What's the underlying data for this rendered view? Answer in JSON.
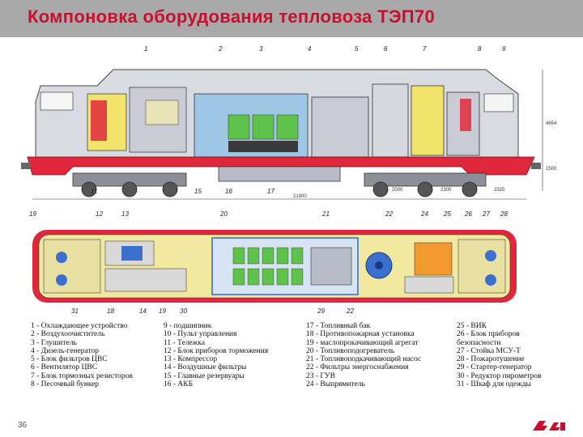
{
  "title": "Компоновка оборудования тепловоза ТЭП70",
  "page_number": "36",
  "side_view": {
    "callouts_top": [
      "1",
      "2",
      "3",
      "4",
      "5",
      "6",
      "7",
      "8",
      "9"
    ],
    "callouts_bottom": [
      "11",
      "15",
      "16",
      "17"
    ],
    "dimensions": [
      "21900",
      "2000",
      "2300",
      "2325",
      "4654",
      "1500"
    ]
  },
  "plan_view": {
    "callouts_top": [
      "19",
      "12",
      "13",
      "20",
      "21",
      "22",
      "24",
      "25",
      "26",
      "27",
      "28"
    ],
    "callouts_bottom": [
      "31",
      "18",
      "14",
      "19",
      "30",
      "29",
      "22"
    ]
  },
  "legend": {
    "col1": [
      "1 - Охлаждающее устройство",
      "2 - Воздухоочиститель",
      "3 - Глушитель",
      "4 - Дизель-генератор",
      "5 - Блок фильтров ЦВС",
      "6 - Вентилятор ЦВС",
      "7 - Блок тормозных резисторов",
      "8 - Песочный бункер"
    ],
    "col2": [
      "9 - подшипник",
      "10 - Пульт управления",
      "11 - Тележка",
      "12 - Блок приборов торможения",
      "13 - Компрессор",
      "14 - Воздушные фильтры",
      "15 - Главные резервуары",
      "16 - АКБ"
    ],
    "col3": [
      "17 - Топливный бак",
      "18 - Противопожарная установка",
      "19 - маслопрокачивающий агрегат",
      "20 - Топливоподогреватель",
      "21 - Топливоподкачивающий насос",
      "22 - Фильтры энергоснабжения",
      "23 - ГУВ",
      "24 - Выпрямитель"
    ],
    "col4": [
      "25 - ВИК",
      "26 - Блок приборов",
      "        безопасности",
      "27 - Стойка МСУ-Т",
      "28 - Пожаротушение",
      "29 - Стартер-генератор",
      "30 - Редуктор пирометров",
      "31 - Шкаф для одежды"
    ]
  },
  "logo_text": "РЖД",
  "colors": {
    "title": "#c8102e",
    "header_bg": "#a9a9a9",
    "frame_red": "#e0283c",
    "body_grey": "#c9ccd4",
    "engine_green": "#5fc24a",
    "cooler_yellow": "#f2e36b",
    "plan_bg": "#f1e9a0",
    "plan_blue": "#3b6fd0"
  }
}
